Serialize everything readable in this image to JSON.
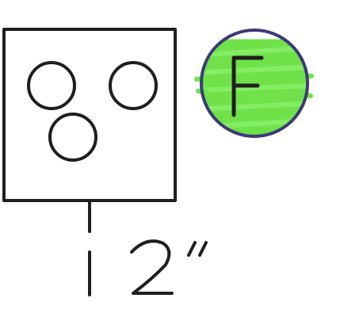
{
  "diagram": {
    "badge": {
      "letter": "F",
      "fill_color": "#6fe24a",
      "outline_color": "#3d3a78"
    },
    "measurement": {
      "text": "2\""
    },
    "box": {
      "hole_count": 3
    },
    "ink_color": "#1f1f1f"
  }
}
